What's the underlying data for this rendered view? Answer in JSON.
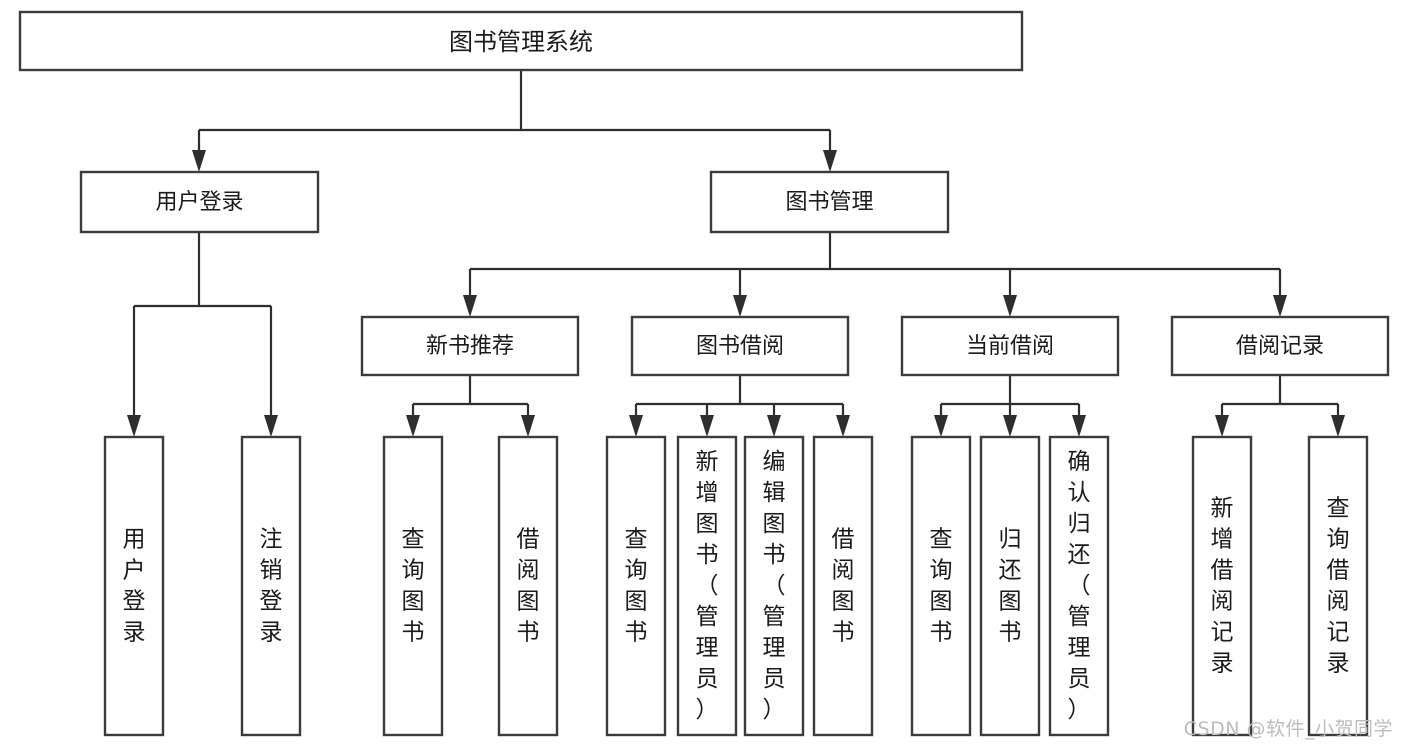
{
  "diagram": {
    "title": "图书管理系统",
    "watermark": "CSDN @软件_小贺同学",
    "colors": {
      "box_stroke": "#3b3b3b",
      "box_fill": "#ffffff",
      "connector": "#2e2e2e",
      "text": "#1a1a1a",
      "watermark": "#bdbdbd",
      "background": "#ffffff"
    },
    "root": {
      "label": "图书管理系统"
    },
    "level2": [
      {
        "label": "用户登录"
      },
      {
        "label": "图书管理"
      }
    ],
    "level3": [
      {
        "label": "新书推荐"
      },
      {
        "label": "图书借阅"
      },
      {
        "label": "当前借阅"
      },
      {
        "label": "借阅记录"
      }
    ],
    "leaves": {
      "user_login": [
        {
          "label": "用户登录"
        },
        {
          "label": "注销登录"
        }
      ],
      "new_book": [
        {
          "label": "查询图书"
        },
        {
          "label": "借阅图书"
        }
      ],
      "borrow_book": [
        {
          "label": "查询图书"
        },
        {
          "label": "新增图书（管理员）"
        },
        {
          "label": "编辑图书（管理员）"
        },
        {
          "label": "借阅图书"
        }
      ],
      "current_borrow": [
        {
          "label": "查询图书"
        },
        {
          "label": "归还图书"
        },
        {
          "label": "确认归还（管理员）"
        }
      ],
      "borrow_record": [
        {
          "label": "新增借阅记录"
        },
        {
          "label": "查询借阅记录"
        }
      ]
    }
  }
}
